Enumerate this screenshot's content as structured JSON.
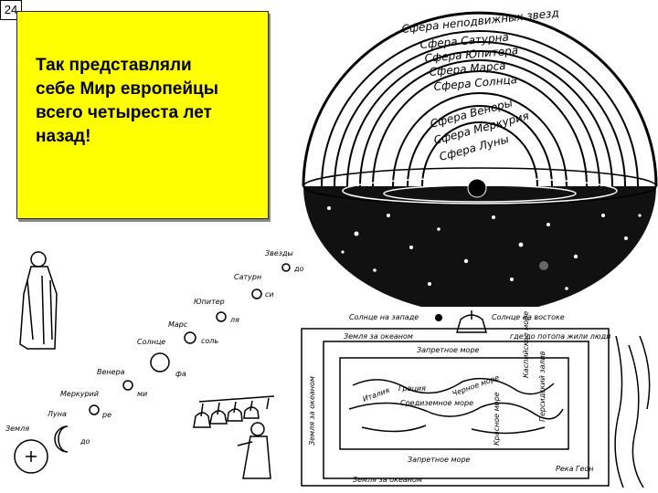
{
  "slide": {
    "number": "24"
  },
  "callout": {
    "text": "Так представляли\nсебе Мир европейцы\nвсего четыреста лет\nназад!"
  },
  "cosmos": {
    "spheres": [
      "Сфера неподвижных звезд",
      "Сфера Сатурна",
      "Сфера Юпитера",
      "Сфера Марса",
      "Сфера Солнца",
      "Сфера Венеры",
      "Сфера Меркурия",
      "Сфера Луны"
    ]
  },
  "planets": {
    "bodies": [
      {
        "name": "Звезды",
        "note": "до"
      },
      {
        "name": "Сатурн",
        "note": "си"
      },
      {
        "name": "Юпитер",
        "note": "ля"
      },
      {
        "name": "Марс",
        "note": "соль"
      },
      {
        "name": "Солнце",
        "note": "фа"
      },
      {
        "name": "Венера",
        "note": "ми"
      },
      {
        "name": "Меркурий",
        "note": "ре"
      },
      {
        "name": "Луна",
        "note": "до"
      },
      {
        "name": "Земля",
        "note": ""
      }
    ]
  },
  "earthmap": {
    "sun_west": "Солнце на западе",
    "sun_east": "Солнце на востоке",
    "land_top": "Земля за океаном",
    "flood_note": "где до потопа жили люди",
    "sea_top": "Запретное море",
    "sea_bottom": "Запретное море",
    "land_bottom": "Земля за океаном",
    "land_left": "Земля за океаном",
    "greece": "Греция",
    "italy": "Италия",
    "mediterranean": "Средиземное море",
    "black_sea": "Черное море",
    "red_sea": "Красное море",
    "caspian": "Каспийское море",
    "persian": "Персидский залив",
    "river": "Река Геон"
  }
}
